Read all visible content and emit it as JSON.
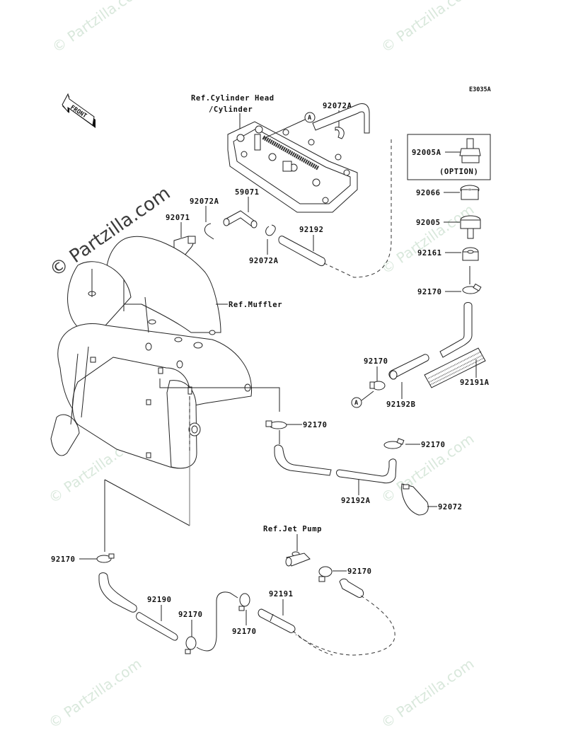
{
  "diagram": {
    "code": "E3035A",
    "front_label": "FRONT",
    "watermark": "© Partzilla.com",
    "watermark_color": "#d9e8dc",
    "references": {
      "cylinder_head": "Ref.Cylinder Head",
      "cylinder": "/Cylinder",
      "muffler": "Ref.Muffler",
      "jet_pump": "Ref.Jet Pump"
    },
    "option_box": {
      "part": "92005A",
      "note": "(OPTION)"
    },
    "callout_marker": "A",
    "parts": {
      "p92072A_top": "92072A",
      "p92072A_left": "92072A",
      "p92072A_mid": "92072A",
      "p59071": "59071",
      "p92071": "92071",
      "p92192": "92192",
      "p92066": "92066",
      "p92005": "92005",
      "p92161": "92161",
      "p92170_a": "92170",
      "p92170_b": "92170",
      "p92191A": "92191A",
      "p92192B": "92192B",
      "p92170_c": "92170",
      "p92170_d": "92170",
      "p92192A": "92192A",
      "p92072": "92072",
      "p92170_e": "92170",
      "p92170_f": "92170",
      "p92190": "92190",
      "p92170_g": "92170",
      "p92170_h": "92170",
      "p92191": "92191"
    }
  }
}
